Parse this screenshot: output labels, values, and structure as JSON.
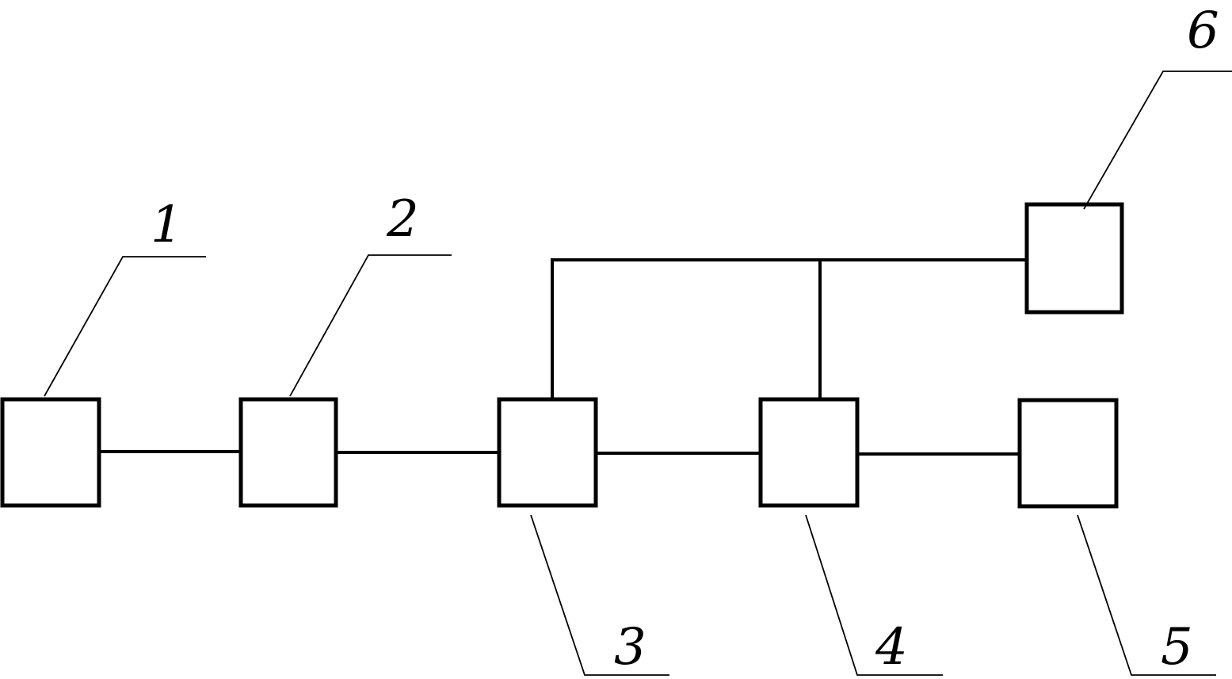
{
  "figure": {
    "components": [
      {
        "id": "1",
        "label": "1"
      },
      {
        "id": "2",
        "label": "2"
      },
      {
        "id": "3",
        "label": "3"
      },
      {
        "id": "4",
        "label": "4"
      },
      {
        "id": "5",
        "label": "5"
      },
      {
        "id": "6",
        "label": "6"
      }
    ],
    "connections": [
      {
        "from": "1",
        "to": "2"
      },
      {
        "from": "2",
        "to": "3"
      },
      {
        "from": "3",
        "to": "4"
      },
      {
        "from": "4",
        "to": "5"
      },
      {
        "from": "3",
        "to": "6"
      },
      {
        "from": "4",
        "to": "6"
      }
    ]
  }
}
